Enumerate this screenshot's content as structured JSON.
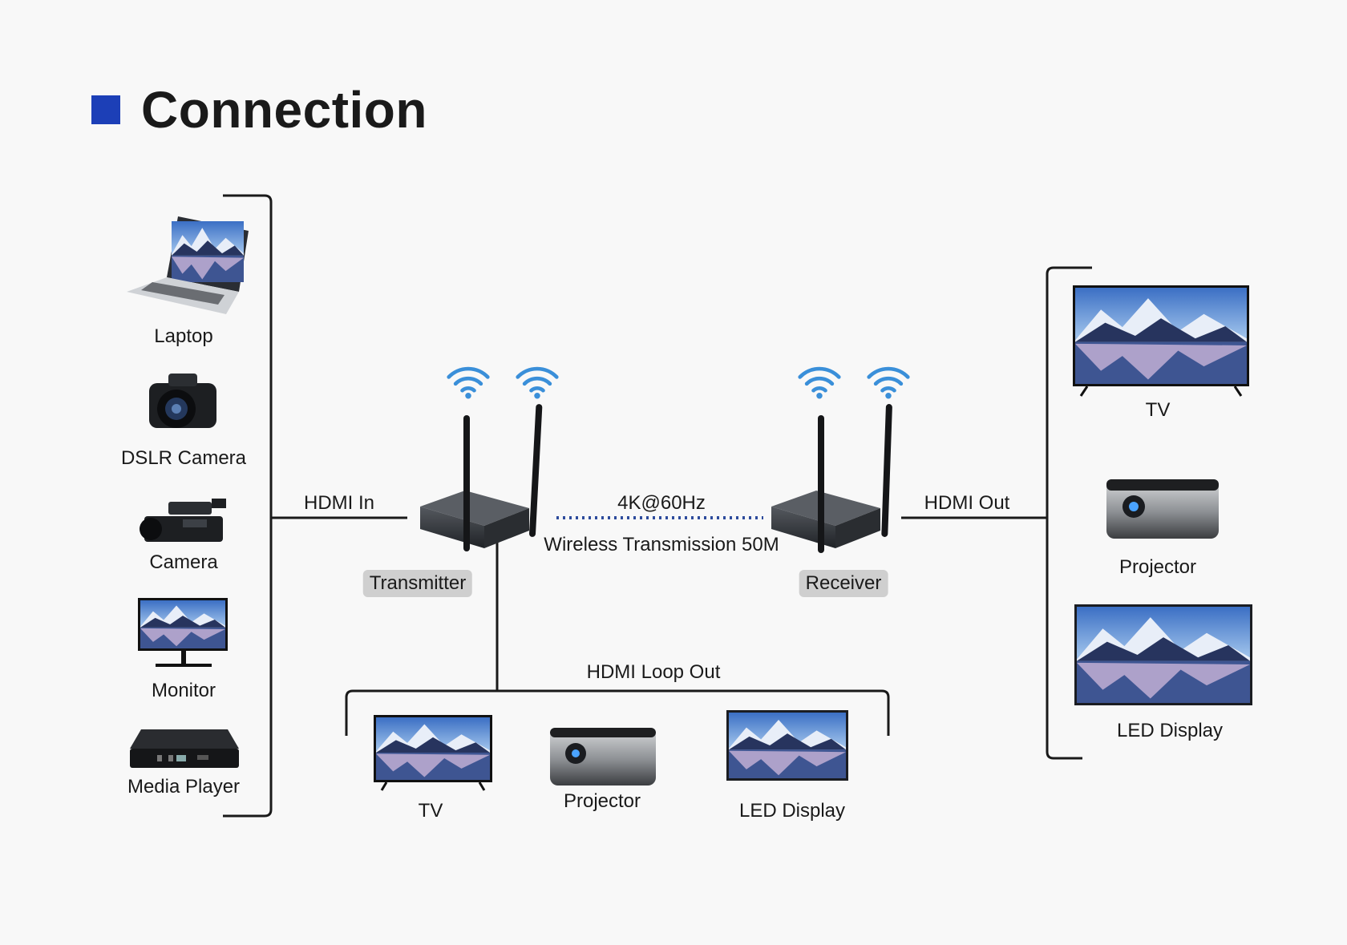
{
  "title": "Connection",
  "colors": {
    "accent": "#1c3fb7",
    "wifi": "#3a8fd9",
    "link": "#2d4b9c"
  },
  "sources": {
    "laptop": "Laptop",
    "dslr": "DSLR Camera",
    "camera": "Camera",
    "monitor": "Monitor",
    "media_player": "Media Player"
  },
  "labels": {
    "hdmi_in": "HDMI In",
    "hdmi_out": "HDMI Out",
    "hdmi_loop_out": "HDMI Loop Out",
    "resolution": "4K@60Hz",
    "wireless": "Wireless Transmission 50M"
  },
  "devices": {
    "transmitter": "Transmitter",
    "receiver": "Receiver"
  },
  "outputs": {
    "tv": "TV",
    "projector": "Projector",
    "led": "LED Display"
  },
  "loop": {
    "tv": "TV",
    "projector": "Projector",
    "led": "LED Display"
  }
}
